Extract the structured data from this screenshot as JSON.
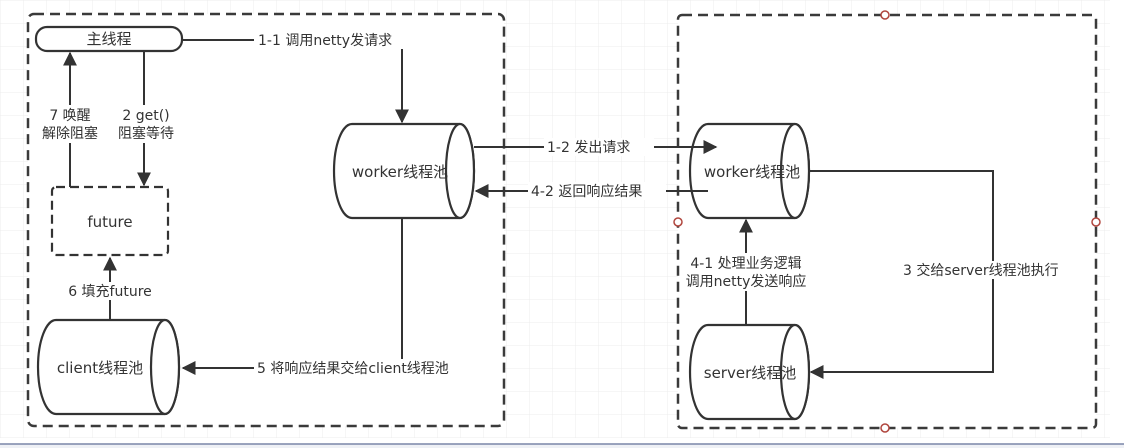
{
  "diagram": {
    "client_group": {
      "main_thread": "主线程",
      "future": "future",
      "client_pool": "client线程池",
      "worker_pool": "worker线程池"
    },
    "server_group": {
      "worker_pool": "worker线程池",
      "server_pool": "server线程池"
    },
    "edges": {
      "e1_1": "1-1 调用netty发请求",
      "e1_2": "1-2 发出请求",
      "e4_2": "4-2 返回响应结果",
      "e2_line1": "2 get()",
      "e2_line2": "阻塞等待",
      "e7_line1": "7 唤醒",
      "e7_line2": "解除阻塞",
      "e6": "6 填充future",
      "e5": "5 将响应结果交给client线程池",
      "e3": "3 交给server线程池执行",
      "e4_1_line1": "4-1 处理业务逻辑",
      "e4_1_line2": "调用netty发送响应"
    },
    "colors": {
      "stroke": "#333333",
      "grid": "#ececec",
      "handle": "#b0453d",
      "bottom_rule": "#7a86a8"
    }
  }
}
